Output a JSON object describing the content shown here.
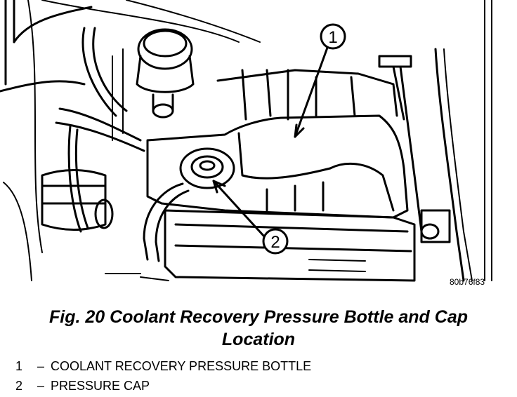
{
  "figure": {
    "callouts": [
      {
        "number": "1"
      },
      {
        "number": "2"
      }
    ],
    "code": "80b76f83",
    "caption_line1": "Fig. 20 Coolant Recovery Pressure Bottle and Cap",
    "caption_line2": "Location"
  },
  "legend": {
    "dash": "–",
    "items": [
      {
        "number": "1",
        "label": "COOLANT RECOVERY PRESSURE BOTTLE"
      },
      {
        "number": "2",
        "label": "PRESSURE CAP"
      }
    ]
  }
}
